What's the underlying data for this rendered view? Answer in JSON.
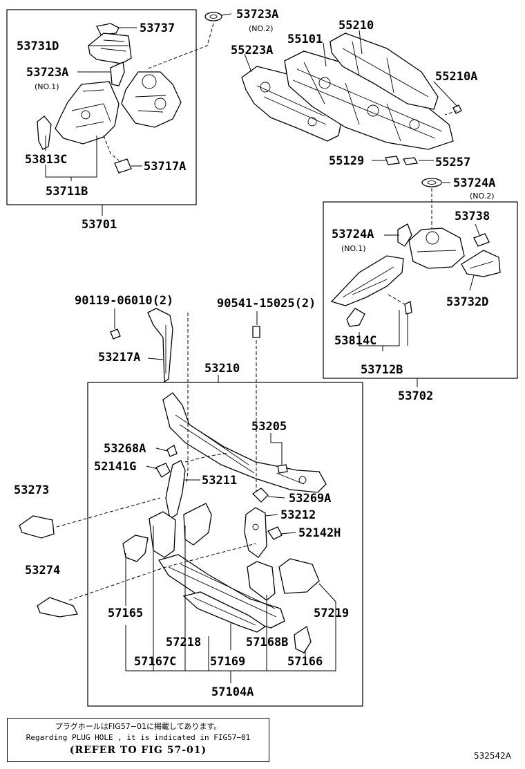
{
  "labels": {
    "p53737": "53737",
    "p53731D": "53731D",
    "p53723A_1": "53723A",
    "p53723A_1_sub": "(NO.1)",
    "p53813C": "53813C",
    "p53717A": "53717A",
    "p53711B": "53711B",
    "p53701": "53701",
    "p53723A_2": "53723A",
    "p53723A_2_sub": "(NO.2)",
    "p55210": "55210",
    "p55101": "55101",
    "p55223A": "55223A",
    "p55210A": "55210A",
    "p55129": "55129",
    "p55257": "55257",
    "p53724A_2": "53724A",
    "p53724A_2_sub": "(NO.2)",
    "p53724A_1": "53724A",
    "p53724A_1_sub": "(NO.1)",
    "p53738": "53738",
    "p53732D": "53732D",
    "p53814C": "53814C",
    "p53712B": "53712B",
    "p53702": "53702",
    "p90119": "90119-06010(2)",
    "p90541": "90541-15025(2)",
    "p53217A": "53217A",
    "p53210": "53210",
    "p53205": "53205",
    "p53268A": "53268A",
    "p52141G": "52141G",
    "p53211": "53211",
    "p53269A": "53269A",
    "p53273": "53273",
    "p53212": "53212",
    "p52142H": "52142H",
    "p53274": "53274",
    "p57165": "57165",
    "p57219": "57219",
    "p57218": "57218",
    "p57168B": "57168B",
    "p57167C": "57167C",
    "p57169": "57169",
    "p57166": "57166",
    "p57104A": "57104A"
  },
  "note": {
    "japanese": "プラグホールはFIG57−01に掲載してあります。",
    "english": "Regarding PLUG HOLE , it is indicated in FIG57−01",
    "reference": "(REFER TO FIG 57-01)"
  },
  "figure_code": "532542A"
}
